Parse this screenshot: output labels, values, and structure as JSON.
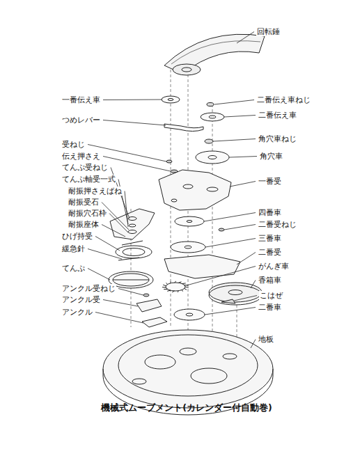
{
  "diagram": {
    "caption": "機械式ムーブメント(カレンダー付自動巻)",
    "labels": [
      "回転錘",
      "一番伝え車",
      "二番伝え車ねじ",
      "二番伝え車",
      "つめレバー",
      "角穴車ねじ",
      "受ねじ",
      "角穴車",
      "伝え押さえ",
      "てんぷ受ねじ",
      "てんぷ軸受一式",
      "一番受",
      "耐振押さえばね",
      "耐振受石",
      "四番車",
      "耐振穴石枠",
      "耐振座体",
      "二番受ねじ",
      "ひげ持受",
      "三番車",
      "緩急針",
      "二番受",
      "がんぎ車",
      "てんぷ",
      "香箱車",
      "アンクル受ねじ",
      "こはぜ",
      "アンクル受",
      "二番車",
      "アンクル",
      "地板"
    ]
  }
}
